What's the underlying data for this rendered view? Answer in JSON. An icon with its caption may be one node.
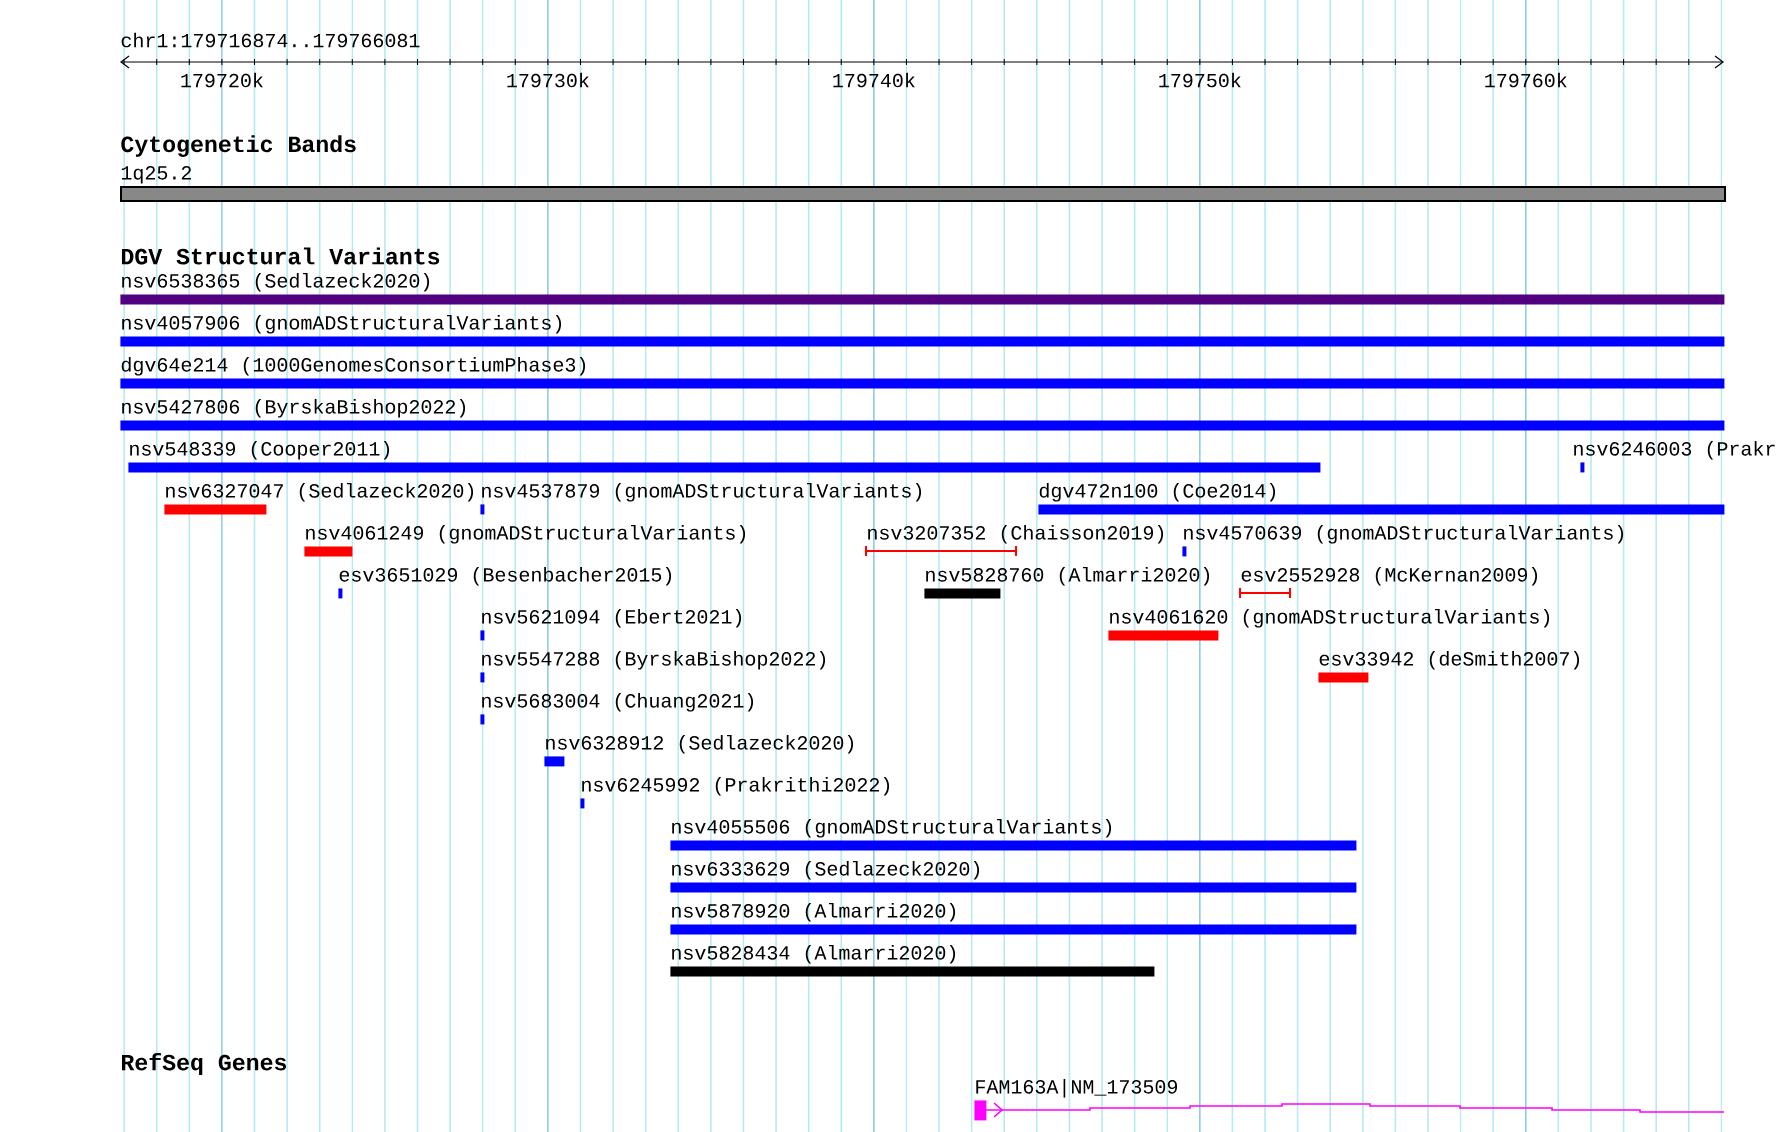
{
  "diagram": {
    "nodes": [
      {
        "text": [
          "1q25.2"
        ]
      },
      {
        "text": [
          "nsv6538365 (Sedlazeck2020)"
        ]
      },
      {
        "text": [
          "nsv4057906 (gnomADStructuralVariants)"
        ]
      },
      {
        "text": [
          "dgv64e214 (1000GenomesConsortiumPhase3)"
        ]
      },
      {
        "text": [
          "nsv5427806 (ByrskaBishop2022)"
        ]
      },
      {
        "text": [
          "nsv548339 (Cooper2011)"
        ]
      },
      {
        "text": [
          "nsv6246003 (Prakr"
        ]
      },
      {
        "text": [
          "nsv6327047 (Sedlazeck2020)"
        ]
      },
      {
        "text": [
          "nsv4537879 (gnomADStructuralVariants)"
        ]
      },
      {
        "text": [
          "dgv472n100 (Coe2014)"
        ]
      },
      {
        "text": [
          "nsv4061249 (gnomADStructuralVariants)"
        ]
      },
      {
        "text": [
          "nsv3207352 (Chaisson2019)"
        ]
      },
      {
        "text": [
          "nsv4570639 (gnomADStructuralVariants)"
        ]
      },
      {
        "text": [
          "esv3651029 (Besenbacher2015)"
        ]
      },
      {
        "text": [
          "nsv5828760 (Almarri2020)"
        ]
      },
      {
        "text": [
          "esv2552928 (McKernan2009)"
        ]
      },
      {
        "text": [
          "nsv5621094 (Ebert2021)"
        ]
      },
      {
        "text": [
          "nsv4061620 (gnomADStructuralVariants)"
        ]
      },
      {
        "text": [
          "nsv5547288 (ByrskaBishop2022)"
        ]
      },
      {
        "text": [
          "esv33942 (deSmith2007)"
        ]
      },
      {
        "text": [
          "nsv5683004 (Chuang2021)"
        ]
      },
      {
        "text": [
          "nsv6328912 (Sedlazeck2020)"
        ]
      },
      {
        "text": [
          "nsv6245992 (Prakrithi2022)"
        ]
      },
      {
        "text": [
          "nsv4055506 (gnomADStructuralVariants)"
        ]
      },
      {
        "text": [
          "nsv6333629 (Sedlazeck2020)"
        ]
      },
      {
        "text": [
          "nsv5878920 (Almarri2020)"
        ]
      },
      {
        "text": [
          "nsv5828434 (Almarri2020)"
        ]
      },
      {
        "text": [
          "FAM163A|NM_173509"
        ]
      }
    ],
    "labels": [
      "chr1:179716874..179766081",
      "179720k",
      "179730k",
      "179740k",
      "179750k",
      "179760k",
      "Cytogenetic Bands",
      "DGV Structural Variants",
      "RefSeq Genes"
    ]
  }
}
